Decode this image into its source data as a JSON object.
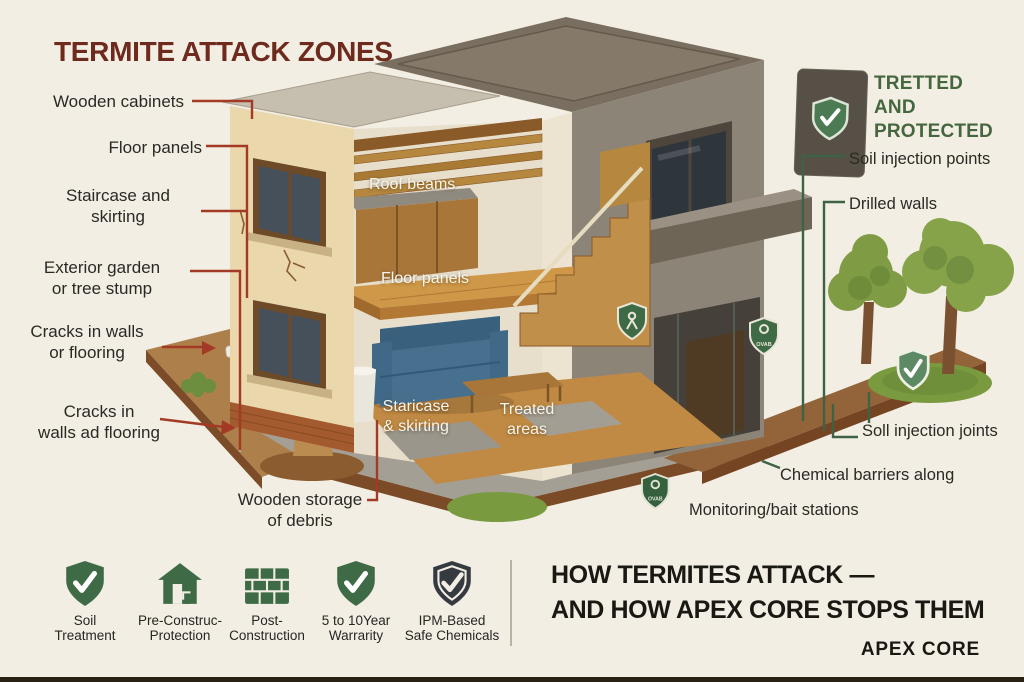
{
  "palette": {
    "background": "#f3eee3",
    "title_maroon": "#6e2a1d",
    "label_dark": "#2a2925",
    "leader_red": "#a23a25",
    "leader_green": "#3e6245",
    "protected_green": "#45663e",
    "headline_black": "#191813"
  },
  "header": {
    "title": "TERMITE ATTACK ZONES"
  },
  "left_labels": [
    {
      "lines": [
        "Wooden cabinets"
      ]
    },
    {
      "lines": [
        "Floor panels"
      ]
    },
    {
      "lines": [
        "Staircase and",
        "skirting"
      ]
    },
    {
      "lines": [
        "Exterior garden",
        "or tree stump"
      ]
    },
    {
      "lines": [
        "Cracks in walls",
        "or flooring"
      ]
    },
    {
      "lines": [
        "Cracks in",
        "walls ad flooring"
      ]
    },
    {
      "lines": [
        "Wooden storage",
        "of debris"
      ]
    }
  ],
  "treated_badge": {
    "line1": "TRETTED",
    "line2": "AND PROTECTED"
  },
  "right_labels": [
    {
      "lines": [
        "Soil injection points"
      ]
    },
    {
      "lines": [
        "Drilled walls"
      ]
    },
    {
      "lines": [
        "Soll injection joints"
      ]
    },
    {
      "lines": [
        "Chemical barriers along"
      ]
    },
    {
      "lines": [
        "Monitoring/bait stations"
      ]
    }
  ],
  "house_labels": [
    {
      "lines": [
        "Roof beams"
      ]
    },
    {
      "lines": [
        "Floor panels"
      ]
    },
    {
      "lines": [
        "Staricase",
        "& skirting"
      ]
    },
    {
      "lines": [
        "Treated",
        "areas"
      ]
    }
  ],
  "house_badges": {
    "glyph_text": "OVAB"
  },
  "footer": {
    "features": [
      {
        "icon": "shield-check-icon",
        "lines": [
          "Soil",
          "Treatment"
        ]
      },
      {
        "icon": "house-icon",
        "lines": [
          "Pre-Construc-",
          "Protection"
        ]
      },
      {
        "icon": "brick-wall-icon",
        "lines": [
          "Post-",
          "Construction"
        ]
      },
      {
        "icon": "shield-check-icon",
        "lines": [
          "5 to 10Year",
          "Warrarity"
        ]
      },
      {
        "icon": "shield-outline-icon",
        "lines": [
          "IPM-Based",
          "Safe Chemicals"
        ]
      }
    ],
    "headline_line1": "HOW TERMITES ATTACK —",
    "headline_line2": "AND HOW APEX CORE STOPS THEM",
    "brand": "APEX CORE"
  }
}
